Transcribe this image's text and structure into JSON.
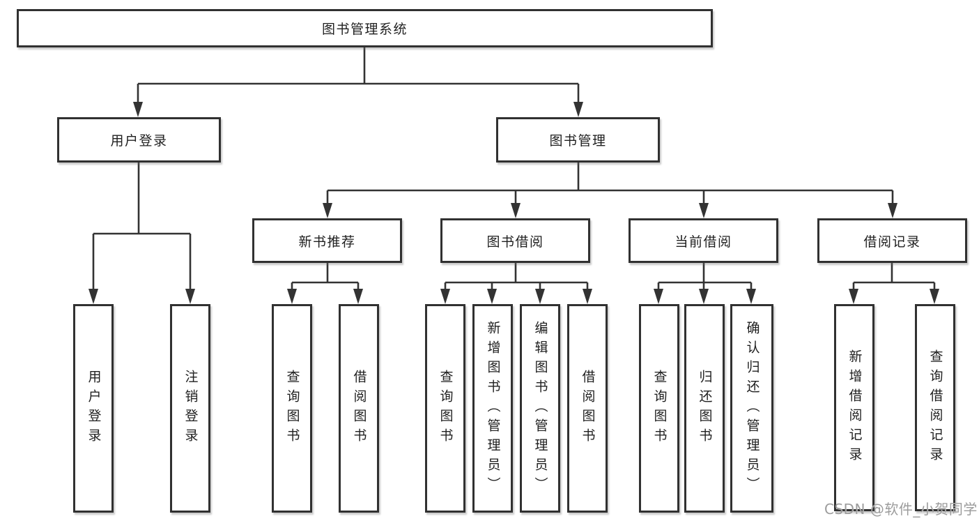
{
  "diagram": {
    "root": {
      "label": "图书管理系统",
      "children": [
        {
          "label": "用户登录",
          "children": [
            {
              "label": "用户登录"
            },
            {
              "label": "注销登录"
            }
          ]
        },
        {
          "label": "图书管理",
          "children": [
            {
              "label": "新书推荐",
              "children": [
                {
                  "label": "查询图书"
                },
                {
                  "label": "借阅图书"
                }
              ]
            },
            {
              "label": "图书借阅",
              "children": [
                {
                  "label": "查询图书"
                },
                {
                  "label": "新增图书（管理员）"
                },
                {
                  "label": "编辑图书（管理员）"
                },
                {
                  "label": "借阅图书"
                }
              ]
            },
            {
              "label": "当前借阅",
              "children": [
                {
                  "label": "查询图书"
                },
                {
                  "label": "归还图书"
                },
                {
                  "label": "确认归还（管理员）"
                }
              ]
            },
            {
              "label": "借阅记录",
              "children": [
                {
                  "label": "新增借阅记录"
                },
                {
                  "label": "查询借阅记录"
                }
              ]
            }
          ]
        }
      ]
    }
  },
  "watermark": {
    "text": "CSDN @软件_小贺同学"
  },
  "colors": {
    "line": "#333333",
    "box_border": "#313131",
    "text": "#1f1f1f",
    "watermark": "#9c9c9c",
    "background": "#ffffff"
  }
}
